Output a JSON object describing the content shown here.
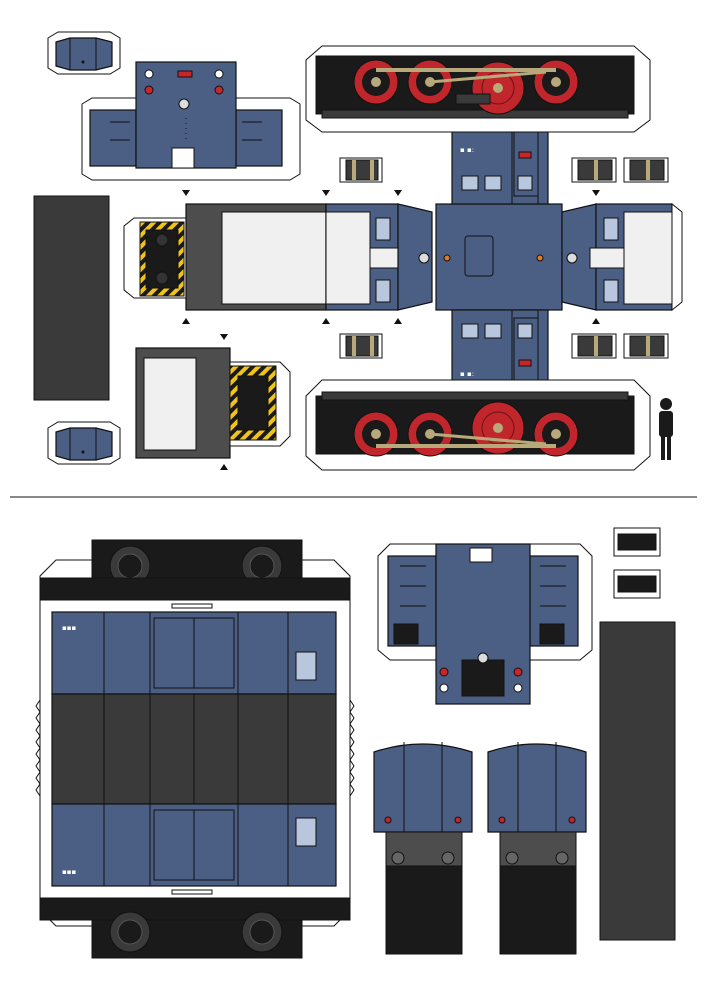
{
  "sheet": {
    "background": "#ffffff"
  },
  "colors": {
    "body_blue": "#4a5f83",
    "body_blue_light": "#5c7299",
    "dark_grey": "#3a3a3a",
    "mid_grey": "#4d4d4d",
    "black": "#1a1a1a",
    "window_white": "#f0f0f0",
    "window_blue": "#b9c7de",
    "wheel_red": "#c0262b",
    "rod_tan": "#b7a97a",
    "hazard_yellow": "#f2c418",
    "lamp_red": "#c8262b",
    "lamp_orange": "#e07b26",
    "tab_white": "#ffffff",
    "outline": "#111111"
  },
  "parts": [
    "roof-panel-top-left",
    "front-end-hood",
    "cab-roof-hood-assembly",
    "long-roof-strip-left",
    "cab-end-piece",
    "side-frame-top-with-wheels",
    "side-frame-bottom-with-wheels",
    "small-roof-panel-bottom-left",
    "human-figure-scale",
    "buffer-cylinders",
    "underframe-with-bogies",
    "cab-rear-hood",
    "fuel-tank-left",
    "fuel-tank-right",
    "small-step-pieces",
    "long-black-strip-right"
  ],
  "divider": {
    "style": "solid"
  }
}
